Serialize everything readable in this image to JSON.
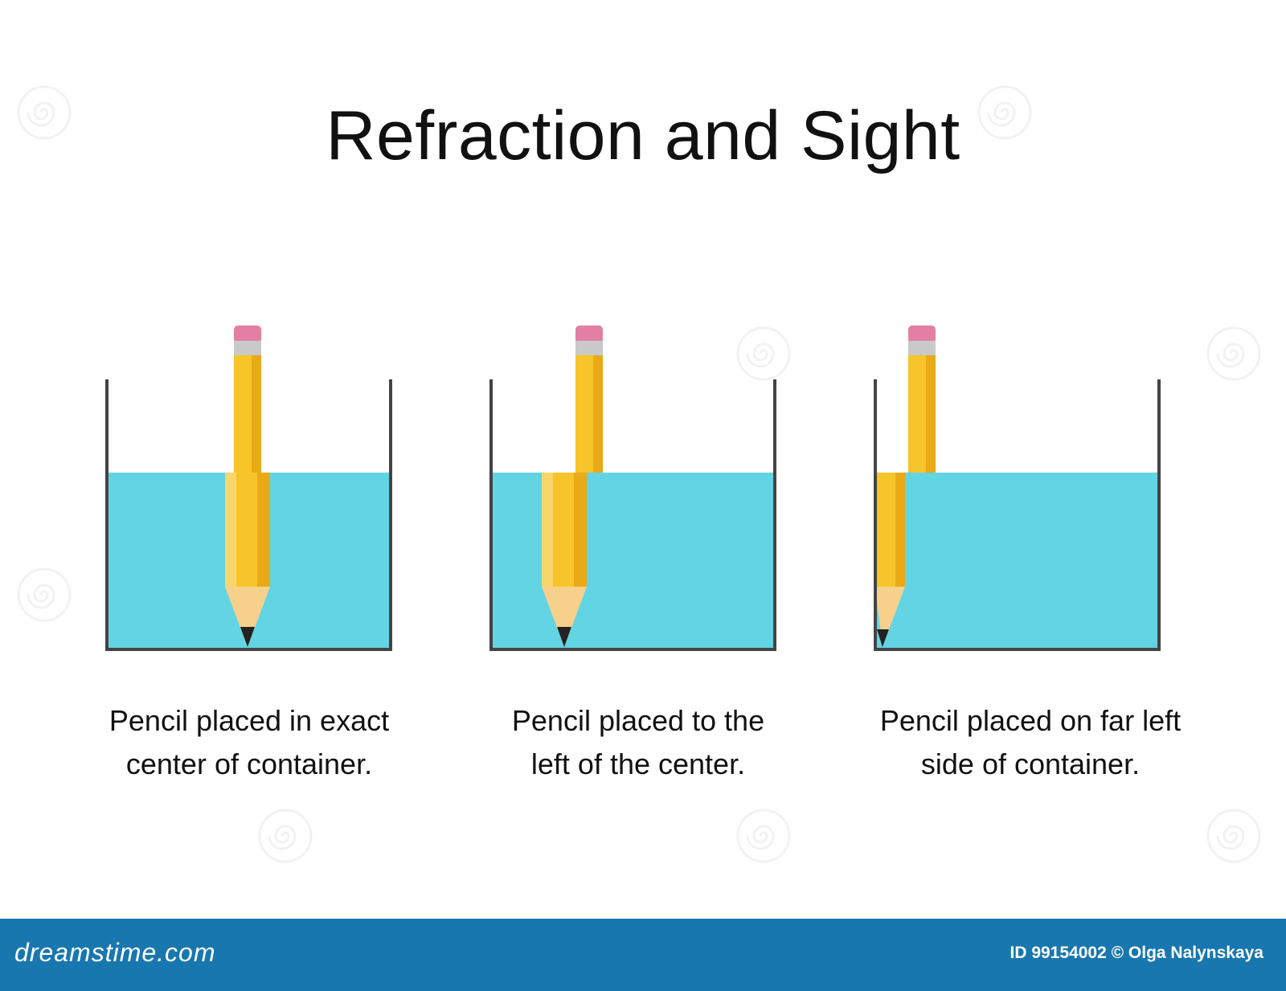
{
  "title": "Refraction and Sight",
  "panels": [
    {
      "caption_line1": "Pencil placed in exact",
      "caption_line2": "center of container."
    },
    {
      "caption_line1": "Pencil placed to the",
      "caption_line2": "left of the center."
    },
    {
      "caption_line1": "Pencil placed on far left",
      "caption_line2": "side of container."
    }
  ],
  "footer": {
    "brand": "dreamstime.com",
    "credit": "ID 99154002 © Olga Nalynskaya"
  },
  "colors": {
    "water": "#62d4e4",
    "pencil_body": "#f7c52a",
    "pencil_shadow": "#e8ab17",
    "pencil_light": "#f9d66b",
    "eraser": "#e27fa3",
    "ferrule": "#c9c9c9",
    "wood": "#f7d18c",
    "lead": "#222222",
    "container": "#444444",
    "footer_bg": "#1877ae"
  }
}
